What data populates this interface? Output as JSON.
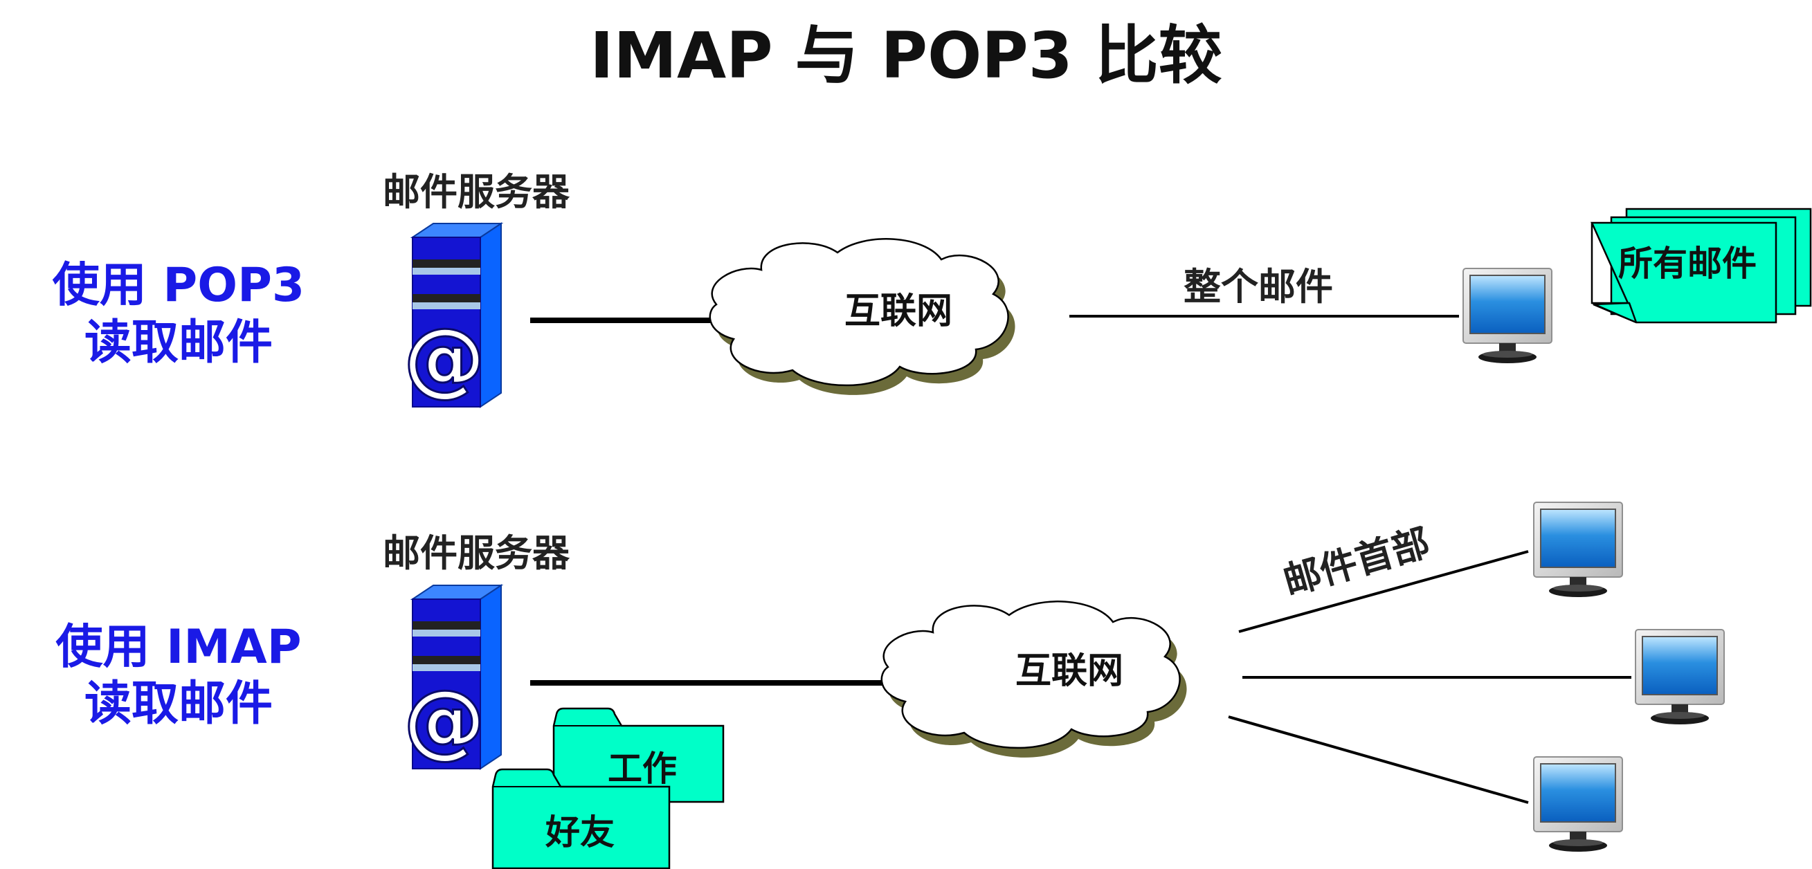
{
  "title": "IMAP 与 POP3 比较",
  "pop3_section": {
    "label_line1": "使用 POP3",
    "label_line2": "读取邮件",
    "server_label": "邮件服务器",
    "server_glyph": "@",
    "internet_label": "互联网",
    "link_label": "整个邮件",
    "mail_stack_label": "所有邮件"
  },
  "imap_section": {
    "label_line1": "使用 IMAP",
    "label_line2": "读取邮件",
    "server_label": "邮件服务器",
    "server_glyph": "@",
    "internet_label": "互联网",
    "link_label": "邮件首部",
    "folders": [
      "工作",
      "好友"
    ]
  },
  "colors": {
    "section_label": "#1a1ae6",
    "server_blue": "#1414d2",
    "server_side": "#0a64ff",
    "mint": "#00ffc8",
    "cloud_shadow": "#6b6b3a",
    "screen_blue": "#2a8fe0"
  },
  "icons": [
    "mail-server-icon",
    "cloud-icon",
    "monitor-icon",
    "document-stack-icon",
    "folder-icon"
  ]
}
